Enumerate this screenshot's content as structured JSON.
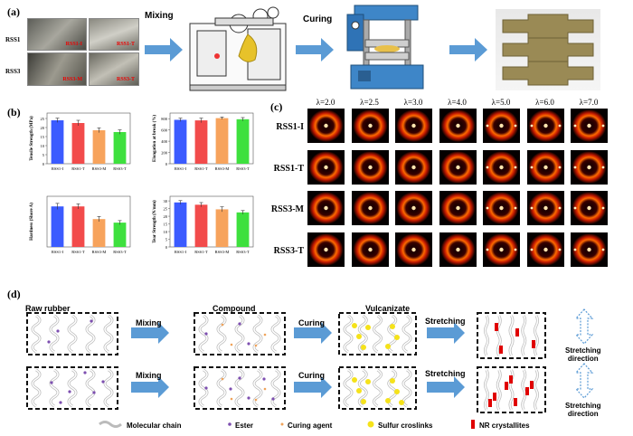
{
  "panel_a": {
    "letter": "(a)",
    "photo_row_labels": [
      "RSS1",
      "RSS3"
    ],
    "photo_tags": [
      "RSS1-I",
      "RSS1-T",
      "RSS3-M",
      "RSS3-T"
    ],
    "step1": "Mixing",
    "step2": "Curing"
  },
  "panel_b": {
    "letter": "(b)",
    "charts": [
      {
        "ylabel": "Tensile Strength (MPa)"
      },
      {
        "ylabel": "Elongation at break (%)"
      },
      {
        "ylabel": "Hardness (Shore A)"
      },
      {
        "ylabel": "Tear Strength (N/mm)"
      }
    ]
  },
  "panel_c": {
    "letter": "(c)",
    "lambdas": [
      "λ=2.0",
      "λ=2.5",
      "λ=3.0",
      "λ=4.0",
      "λ=5.0",
      "λ=6.0",
      "λ=7.0"
    ],
    "rows": [
      "RSS1-I",
      "RSS1-T",
      "RSS3-M",
      "RSS3-T"
    ]
  },
  "panel_d": {
    "letter": "(d)",
    "headers": [
      "Raw rubber",
      "Compound",
      "Vulcanizate"
    ],
    "mixing": "Mixing",
    "curing": "Curing",
    "stretching": "Stretching",
    "direction_line1": "Stretching",
    "direction_line2": "direction",
    "legend": [
      "Molecular chain",
      "Ester",
      "Curing agent",
      "Sulfur croslinks",
      "NR crystallites"
    ]
  },
  "colors": {
    "arrow": "#5b9bd5",
    "bar1": "#3b5bff",
    "bar2": "#f24b4b",
    "bar3": "#f7a35c",
    "bar4": "#3ee03e",
    "sulfur": "#f5e21a",
    "crystal": "#e00000",
    "ester": "#7d4fb0",
    "curing": "#f0a35a"
  },
  "chart_data": [
    {
      "type": "bar",
      "categories": [
        "RSS1-I",
        "RSS1-T",
        "RSS3-M",
        "RSS3-T"
      ],
      "values": [
        24,
        22.5,
        18.5,
        17.5
      ],
      "errors": [
        1.2,
        1.5,
        1.3,
        1.2
      ],
      "ylabel": "Tensile Strength (MPa)",
      "yticks": [
        "0",
        "5",
        "10",
        "15",
        "20",
        "25"
      ],
      "ylim": [
        0,
        28
      ]
    },
    {
      "type": "bar",
      "categories": [
        "RSS1-I",
        "RSS1-T",
        "RSS3-M",
        "RSS3-T"
      ],
      "values": [
        780,
        770,
        810,
        790
      ],
      "errors": [
        30,
        40,
        20,
        30
      ],
      "ylabel": "Elongation at break (%)",
      "yticks": [
        "0",
        "200",
        "400",
        "600",
        "800"
      ],
      "ylim": [
        0,
        900
      ]
    },
    {
      "type": "bar",
      "categories": [
        "RSS1-I",
        "RSS1-T",
        "RSS3-M",
        "RSS3-T"
      ],
      "values": [
        38,
        38,
        35.5,
        34.8
      ],
      "errors": [
        0.6,
        0.5,
        0.5,
        0.4
      ],
      "ylabel": "Hardness (Shore A)",
      "yticks": [
        "30",
        "32",
        "34",
        "36",
        "38",
        "40"
      ],
      "ylim": [
        30,
        40
      ]
    },
    {
      "type": "bar",
      "categories": [
        "RSS1-I",
        "RSS1-T",
        "RSS3-M",
        "RSS3-T"
      ],
      "values": [
        29,
        27.5,
        24.5,
        22.5
      ],
      "errors": [
        1.2,
        1.4,
        1.6,
        1.2
      ],
      "ylabel": "Tear Strength (N/mm)",
      "yticks": [
        "0",
        "5",
        "10",
        "15",
        "20",
        "25",
        "30"
      ],
      "ylim": [
        0,
        33
      ]
    }
  ]
}
